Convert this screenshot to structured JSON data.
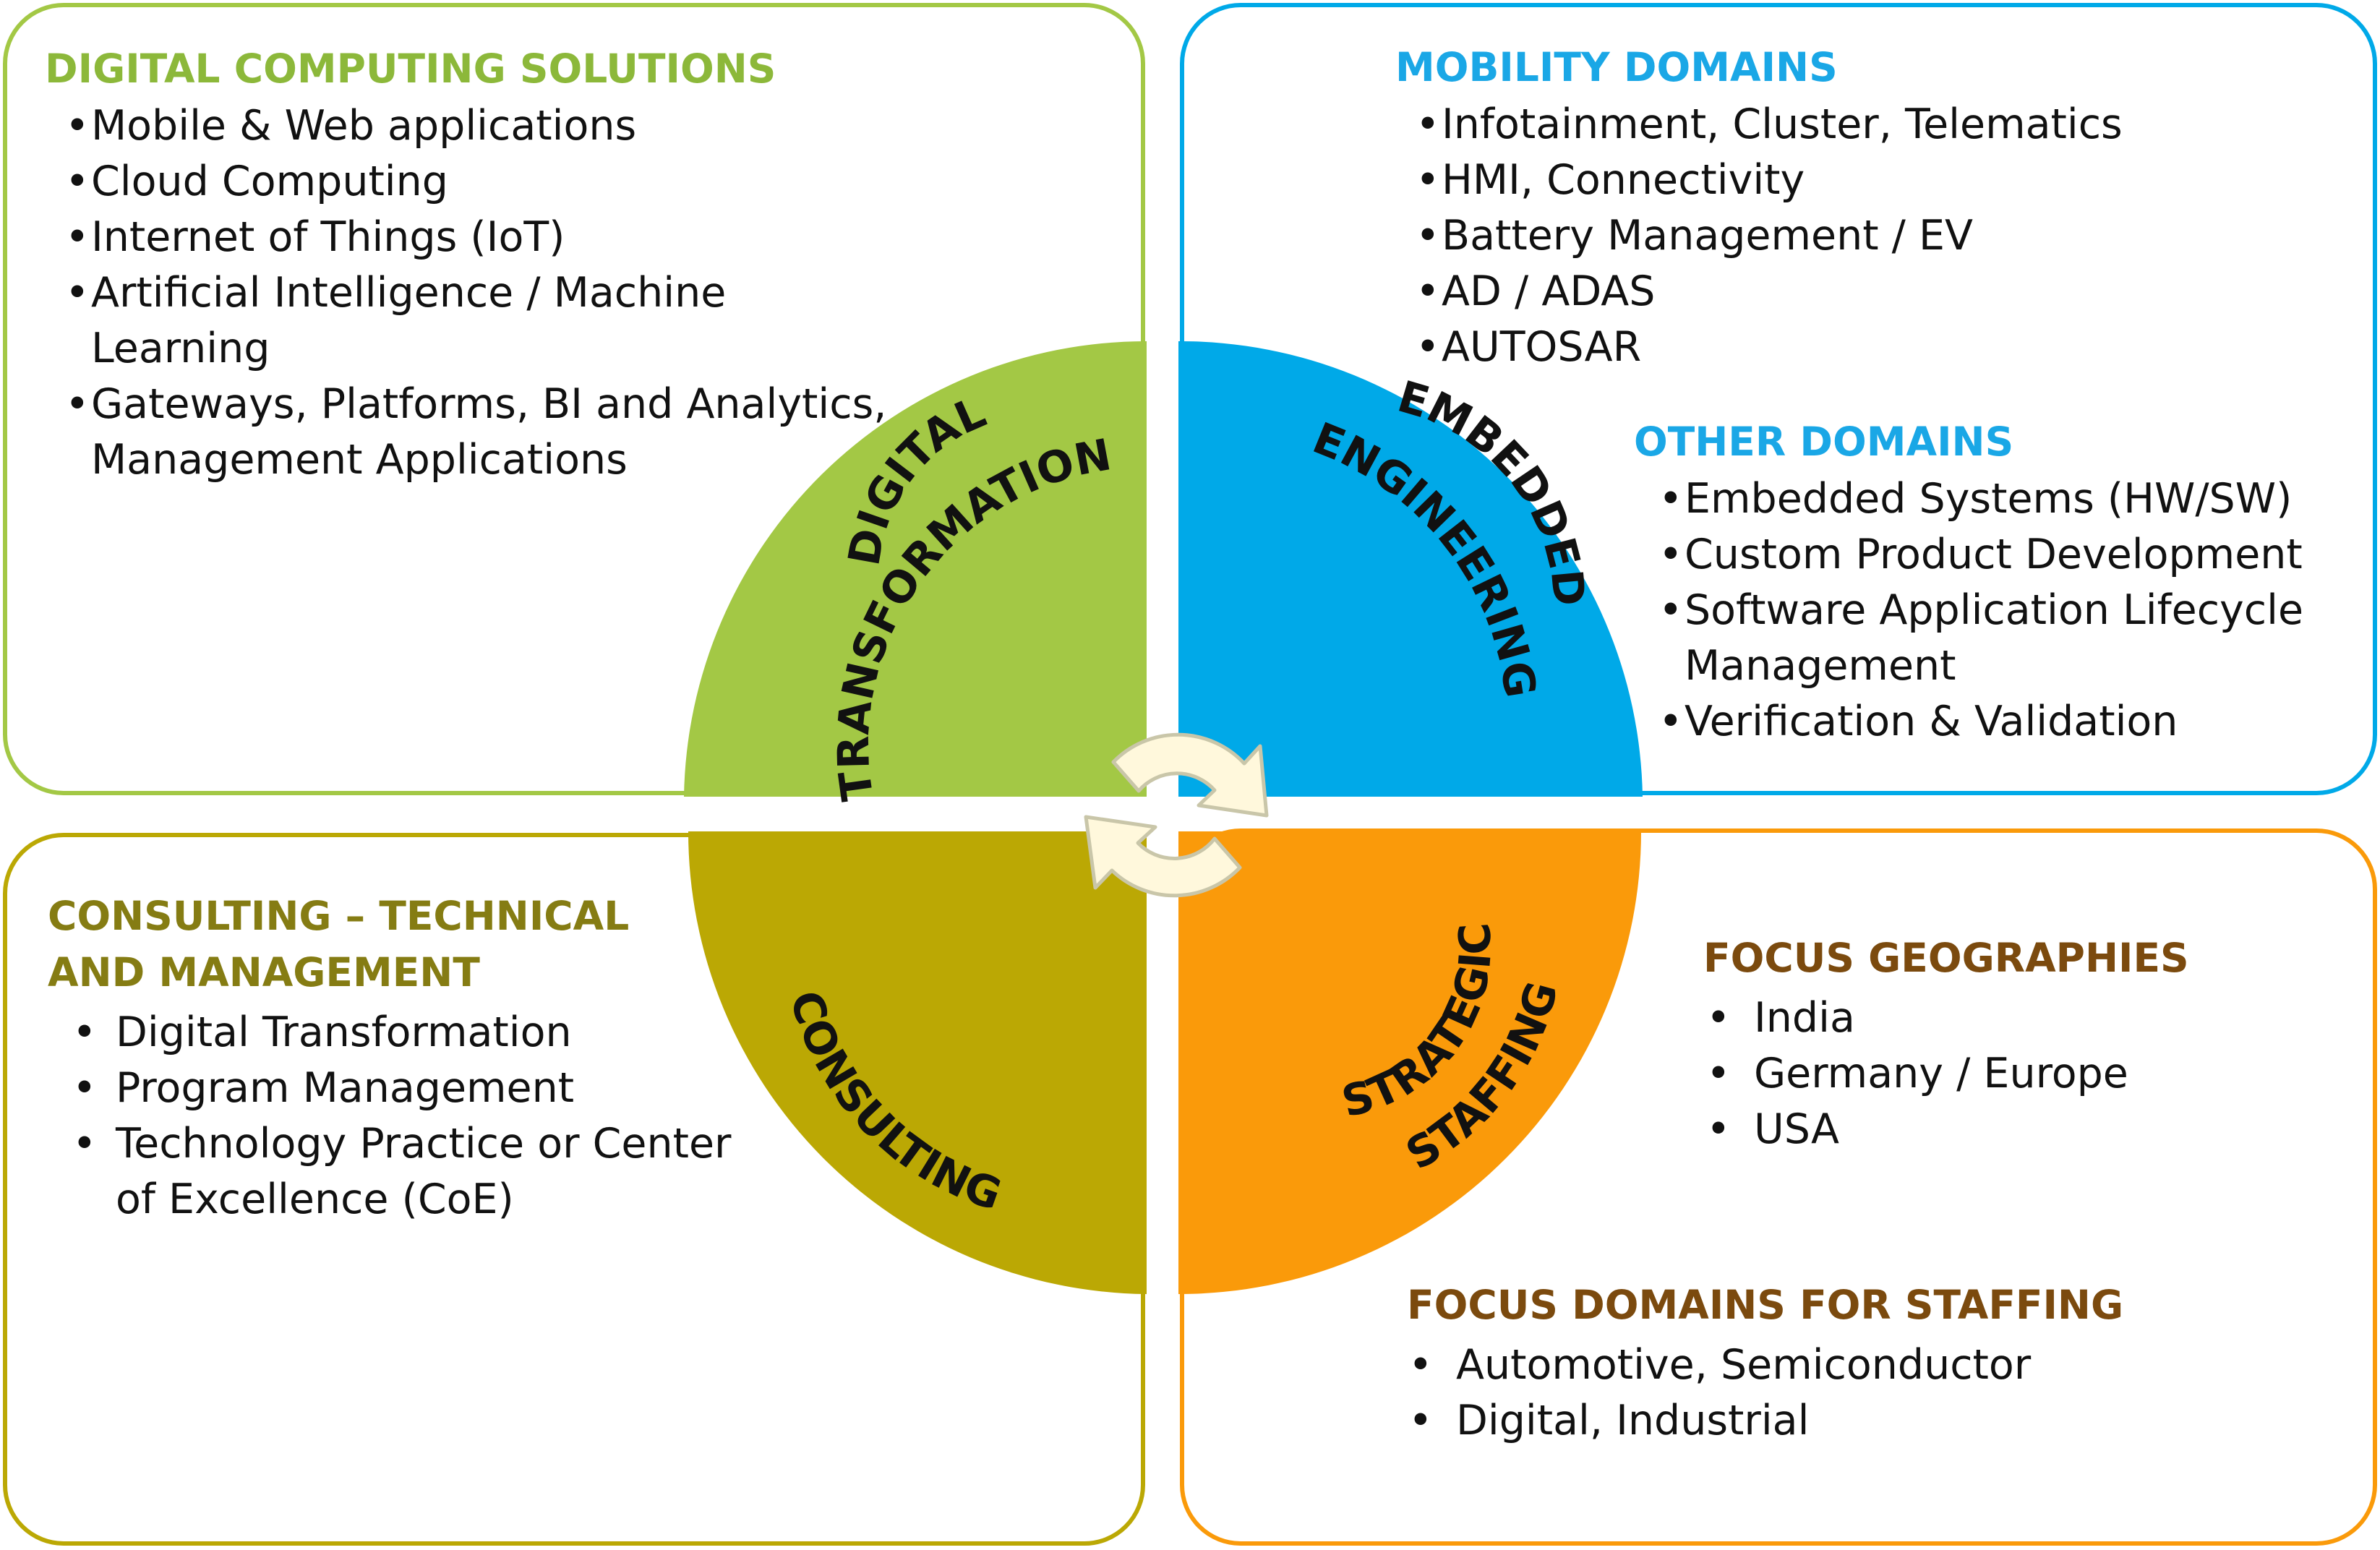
{
  "colors": {
    "green": "#a3c845",
    "blue": "#00a9e8",
    "olive": "#bba804",
    "orange": "#fa9a0a",
    "green_text": "#8cb83a",
    "blue_text": "#1aa7e6",
    "olive_text": "#857c13",
    "brown_text": "#7b4a0e",
    "cycle_fill": "#fff8dc",
    "cycle_stroke": "#c9c6a9"
  },
  "icons": {
    "cycle": "cycle-arrows-icon"
  },
  "segments": {
    "digital": {
      "line1": "DIGITAL",
      "line2": "TRANSFORMATION"
    },
    "embedded": {
      "line1": "EMBEDDED",
      "line2": "ENGINEERING"
    },
    "consulting": {
      "line1": "CONSULTING"
    },
    "staffing": {
      "line1": "STRATEGIC",
      "line2": "STAFFING"
    }
  },
  "digital_computing": {
    "heading": "DIGITAL COMPUTING SOLUTIONS",
    "items": [
      "Mobile & Web applications",
      "Cloud Computing",
      "Internet of Things (IoT)",
      "Artificial Intelligence / Machine",
      "Learning",
      "Gateways, Platforms, BI and Analytics,",
      "Management Applications"
    ]
  },
  "mobility": {
    "heading": "MOBILITY DOMAINS",
    "items": [
      "Infotainment, Cluster, Telematics",
      "HMI, Connectivity",
      "Battery Management / EV",
      "AD / ADAS",
      "AUTOSAR"
    ]
  },
  "other_domains": {
    "heading": "OTHER DOMAINS",
    "items": [
      "Embedded Systems (HW/SW)",
      "Custom Product Development",
      "Software Application Lifecycle",
      "Management",
      "Verification & Validation"
    ]
  },
  "consulting_panel": {
    "heading_line1": "CONSULTING – TECHNICAL",
    "heading_line2": "AND MANAGEMENT",
    "items": [
      "Digital Transformation",
      "Program Management",
      "Technology Practice or Center",
      "of Excellence (CoE)"
    ]
  },
  "geographies": {
    "heading": "FOCUS GEOGRAPHIES",
    "items": [
      "India",
      "Germany / Europe",
      "USA"
    ]
  },
  "staffing_domains": {
    "heading": "FOCUS DOMAINS FOR STAFFING",
    "items": [
      "Automotive, Semiconductor",
      "Digital, Industrial"
    ]
  }
}
